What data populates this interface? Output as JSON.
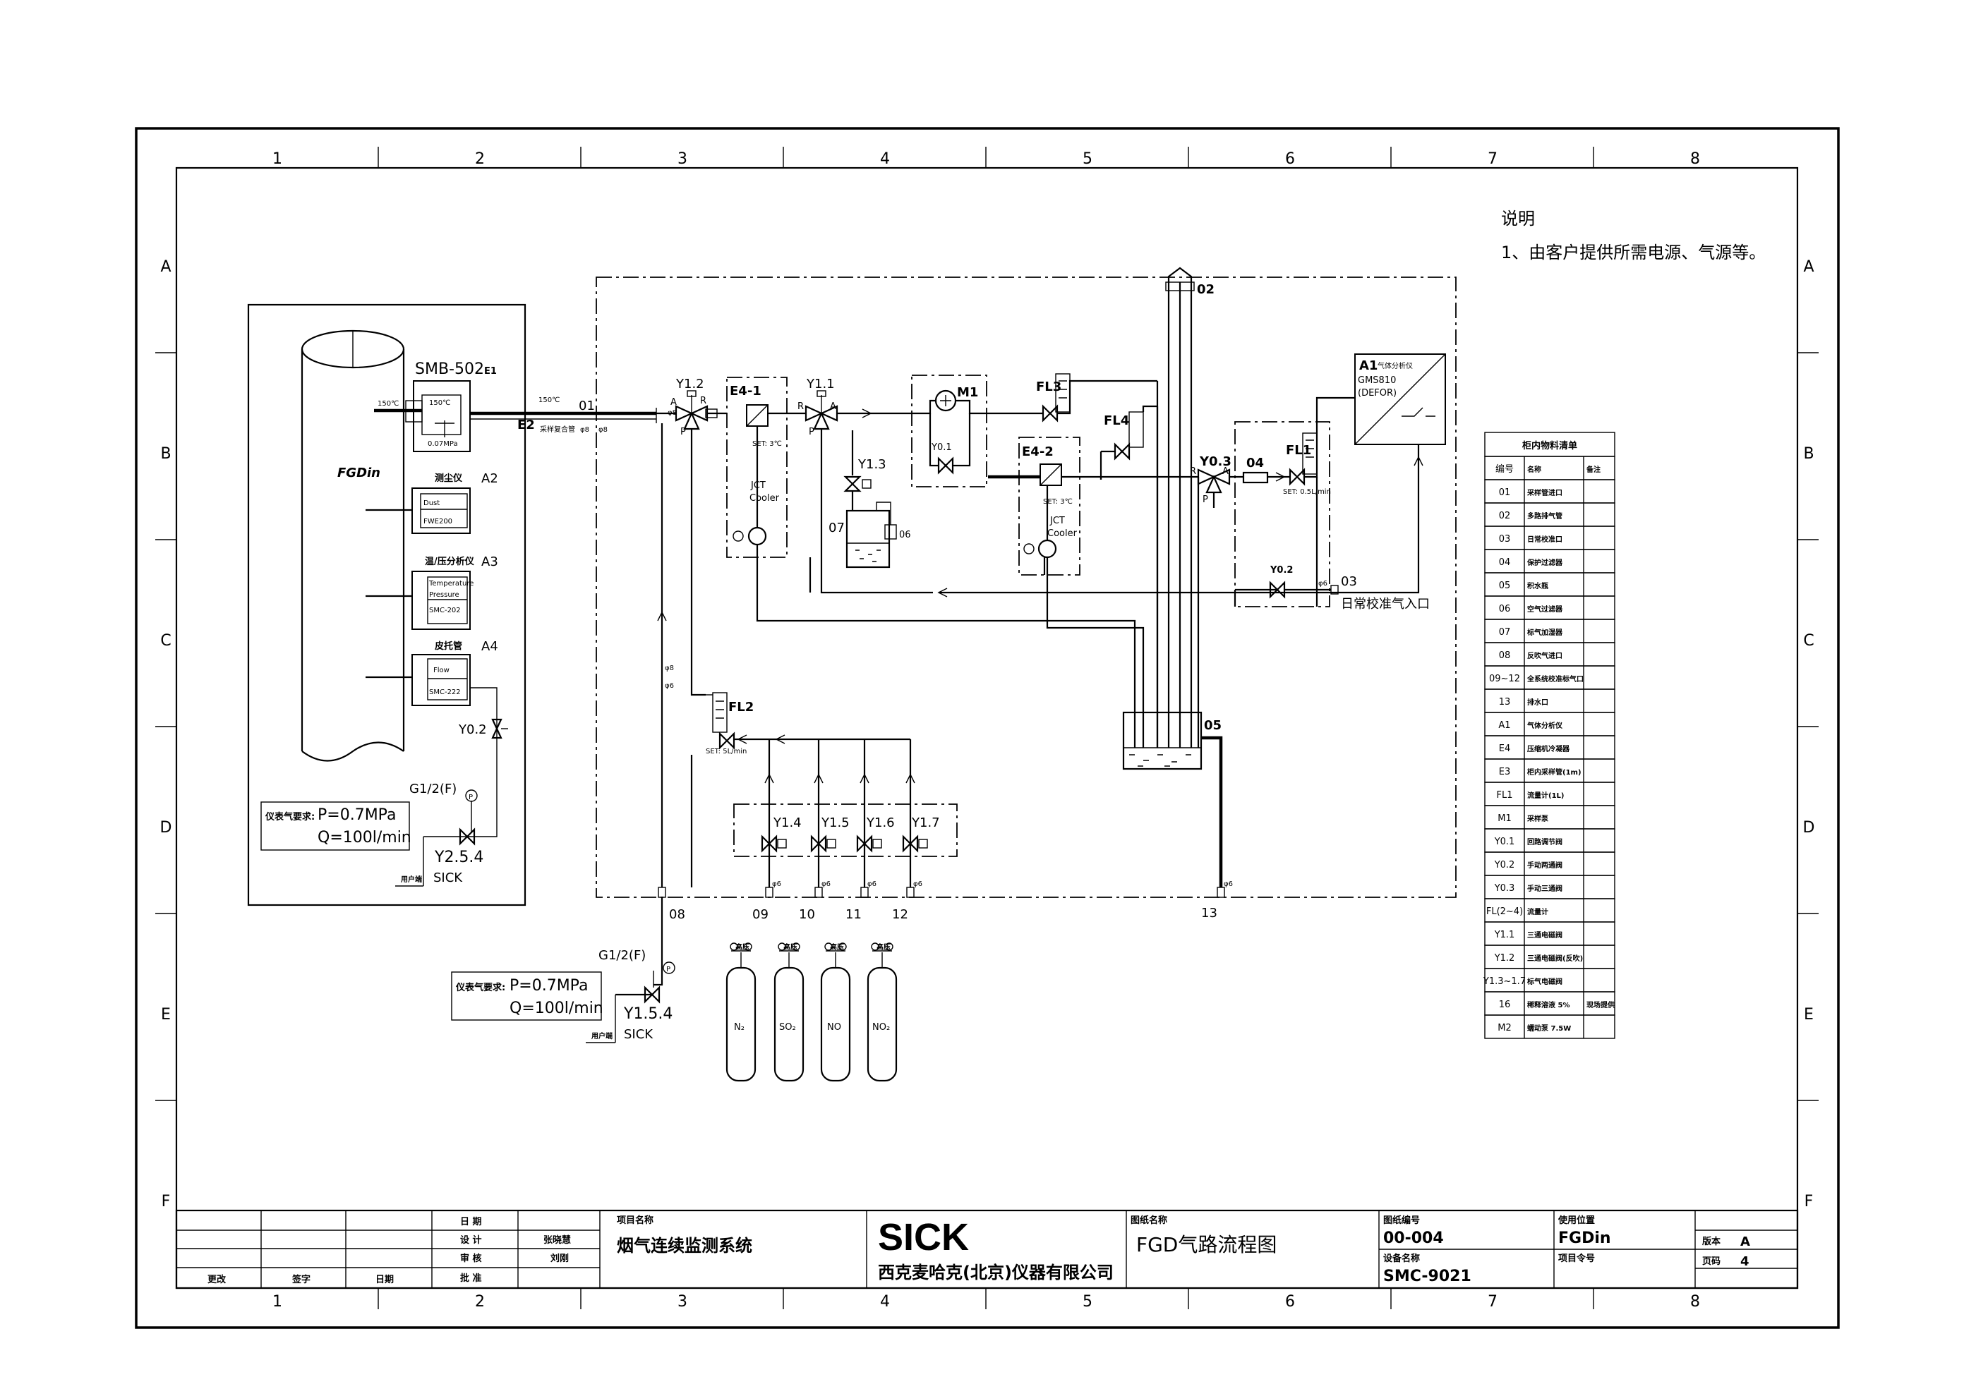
{
  "frame": {
    "columns": [
      "1",
      "2",
      "3",
      "4",
      "5",
      "6",
      "7",
      "8"
    ],
    "rows": [
      "A",
      "B",
      "C",
      "D",
      "E",
      "F"
    ]
  },
  "notes": {
    "title": "说明",
    "line1": "1、由客户提供所需电源、气源等。"
  },
  "probe_panel": {
    "stack_label": "FGDin",
    "smb_model": "SMB-502",
    "smb_tag": "E1",
    "smb_temp": "150℃",
    "smb_temp2": "150℃",
    "smb_pressure": "0.07MPa",
    "dust_name": "测尘仪",
    "dust_tag": "A2",
    "dust_word": "Dust",
    "dust_model": "FWE200",
    "tp_name": "温/压分析仪",
    "tp_tag": "A3",
    "tp_word1": "Temperature",
    "tp_word2": "Pressure",
    "tp_model": "SMC-202",
    "flow_name": "皮托管",
    "flow_tag": "A4",
    "flow_word": "Flow",
    "flow_model": "SMC-222",
    "valve_tag": "Y0.2",
    "air_thread": "G1/2(F)",
    "air_req_label": "仪表气要求:",
    "air_p": "P=0.7MPa",
    "air_q": "Q=100l/min",
    "valve2_tag": "Y2.5.4",
    "user_label": "用户端",
    "sick_label": "SICK",
    "gauge_letter": "P"
  },
  "line_labels": {
    "e2": "E2",
    "heat_temp": "150℃",
    "sample_line": "采样复合管",
    "dia8a": "φ8",
    "dia8b": "φ8",
    "n01": "01",
    "y12": "Y1.2",
    "y12_a": "A",
    "y12_r": "R",
    "y12_p": "P",
    "y12_dia": "φ8",
    "e41": "E4-1",
    "cooler_set": "SET: 3℃",
    "jct1": "JCT",
    "cooler1": "Cooler",
    "y11": "Y1.1",
    "y11_r": "R",
    "y11_a": "A",
    "y11_p": "P",
    "y13": "Y1.3",
    "n07": "07",
    "n06": "06",
    "m1": "M1",
    "y01": "Y0.1",
    "fl3": "FL3",
    "fl4": "FL4",
    "e42": "E4-2",
    "cooler_set2": "SET: 3℃",
    "jct2": "JCT",
    "cooler2": "Cooler",
    "n02": "02",
    "y03": "Y0.3",
    "y03_r": "R",
    "y03_a": "A",
    "y03_p": "P",
    "n04": "04",
    "fl1": "FL1",
    "fl1_set": "SET: 0.5L/min",
    "analyzer_tag": "A1",
    "analyzer_name": "气体分析仪",
    "analyzer_model": "GMS810",
    "analyzer_sub": "(DEFOR)",
    "y02": "Y0.2",
    "dia6_03": "φ6",
    "n03": "03",
    "cal_inlet": "日常校准气入口",
    "dia8c": "φ8",
    "dia6c": "φ6",
    "fl2": "FL2",
    "fl2_set": "SET: 5L/min",
    "n05": "05",
    "y14": "Y1.4",
    "y15": "Y1.5",
    "y16": "Y1.6",
    "y17": "Y1.7",
    "dia6_1": "φ6",
    "dia6_2": "φ6",
    "dia6_3": "φ6",
    "dia6_4": "φ6",
    "dia6_13": "φ6",
    "n08": "08",
    "n09": "09",
    "n10": "10",
    "n11": "11",
    "n12": "12",
    "n13": "13",
    "air_thread": "G1/2(F)",
    "air_req_label": "仪表气要求:",
    "air_p": "P=0.7MPa",
    "air_q": "Q=100l/min",
    "y154": "Y1.5.4",
    "sick_label": "SICK",
    "user_label": "用户端",
    "gauge_letter": "P",
    "cyl1": "N₂",
    "cyl2": "SO₂",
    "cyl3": "NO",
    "cyl4": "NO₂",
    "cyl_word1": "高压",
    "cyl_word2": "高压",
    "cyl_word3": "高压",
    "cyl_word4": "高压"
  },
  "bom": {
    "title": "柜内物料清单",
    "headers": [
      "编号",
      "名称",
      "备注"
    ],
    "rows": [
      [
        "01",
        "采样管进口",
        ""
      ],
      [
        "02",
        "多路排气管",
        ""
      ],
      [
        "03",
        "日常校准口",
        ""
      ],
      [
        "04",
        "保护过滤器",
        ""
      ],
      [
        "05",
        "积水瓶",
        ""
      ],
      [
        "06",
        "空气过滤器",
        ""
      ],
      [
        "07",
        "标气加湿器",
        ""
      ],
      [
        "08",
        "反吹气进口",
        ""
      ],
      [
        "09~12",
        "全系统校准标气口",
        ""
      ],
      [
        "13",
        "排水口",
        ""
      ],
      [
        "A1",
        "气体分析仪",
        ""
      ],
      [
        "E4",
        "压缩机冷凝器",
        ""
      ],
      [
        "E3",
        "柜内采样管(1m)",
        ""
      ],
      [
        "FL1",
        "流量计(1L)",
        ""
      ],
      [
        "M1",
        "采样泵",
        ""
      ],
      [
        "Y0.1",
        "回路调节阀",
        ""
      ],
      [
        "Y0.2",
        "手动两通阀",
        ""
      ],
      [
        "Y0.3",
        "手动三通阀",
        ""
      ],
      [
        "FL(2~4)",
        "流量计",
        ""
      ],
      [
        "Y1.1",
        "三通电磁阀",
        ""
      ],
      [
        "Y1.2",
        "三通电磁阀(反吹)",
        ""
      ],
      [
        "Y1.3~1.7",
        "标气电磁阀",
        ""
      ],
      [
        "16",
        "稀释溶液 5%",
        "现场提供"
      ],
      [
        "M2",
        "蠕动泵 7.5W",
        ""
      ]
    ]
  },
  "title_block": {
    "r1_label": "日 期",
    "r2_label": "设 计",
    "r2_value": "张晓慧",
    "r3_label": "审 核",
    "r3_value": "刘刚",
    "r4_label": "批 准",
    "change_label": "更改",
    "sign_label": "签字",
    "date_label": "日期",
    "project_label": "项目名称",
    "project_name": "烟气连续监测系统",
    "logo": "SICK",
    "company": "西克麦哈克(北京)仪器有限公司",
    "drawing_label": "图纸名称",
    "drawing_name": "FGD气路流程图",
    "drawing_no_label": "图纸编号",
    "drawing_no": "00-004",
    "device_label": "设备名称",
    "device_name": "SMC-9021",
    "location_label": "使用位置",
    "location": "FGDin",
    "project_no_label": "项目令号",
    "version_label": "版本",
    "version": "A",
    "page_label": "页码",
    "page": "4"
  }
}
